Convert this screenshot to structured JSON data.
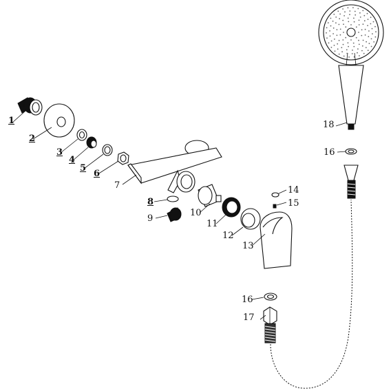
{
  "parts": [
    {
      "id": "part-1",
      "label": "1",
      "bold": true
    },
    {
      "id": "part-2",
      "label": "2",
      "bold": true
    },
    {
      "id": "part-3",
      "label": "3",
      "bold": true
    },
    {
      "id": "part-4",
      "label": "4",
      "bold": true
    },
    {
      "id": "part-5",
      "label": "5",
      "bold": true
    },
    {
      "id": "part-6",
      "label": "6",
      "bold": true
    },
    {
      "id": "part-7",
      "label": "7",
      "bold": false
    },
    {
      "id": "part-8",
      "label": "8",
      "bold": true
    },
    {
      "id": "part-9",
      "label": "9",
      "bold": false
    },
    {
      "id": "part-10",
      "label": "10",
      "bold": false
    },
    {
      "id": "part-11",
      "label": "11",
      "bold": false
    },
    {
      "id": "part-12",
      "label": "12",
      "bold": false
    },
    {
      "id": "part-13",
      "label": "13",
      "bold": false
    },
    {
      "id": "part-14",
      "label": "14",
      "bold": false
    },
    {
      "id": "part-15",
      "label": "15",
      "bold": false
    },
    {
      "id": "part-16a",
      "label": "16",
      "bold": false
    },
    {
      "id": "part-16b",
      "label": "16",
      "bold": false
    },
    {
      "id": "part-17",
      "label": "17",
      "bold": false
    },
    {
      "id": "part-18",
      "label": "18",
      "bold": false
    }
  ]
}
